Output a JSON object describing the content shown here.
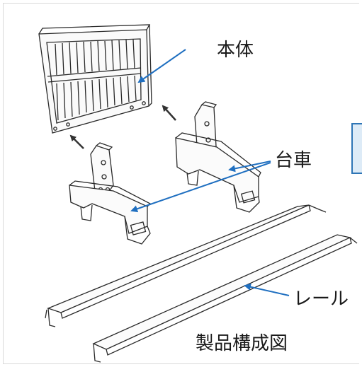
{
  "labels": {
    "main_body": "本体",
    "cart": "台車",
    "rail": "レール"
  },
  "caption": "製品構成図",
  "colors": {
    "callout_line": "#1f6fc0",
    "sketch_line": "#2a2a2a",
    "note_border": "#2e75b6",
    "note_fill": "#ddebf7"
  }
}
